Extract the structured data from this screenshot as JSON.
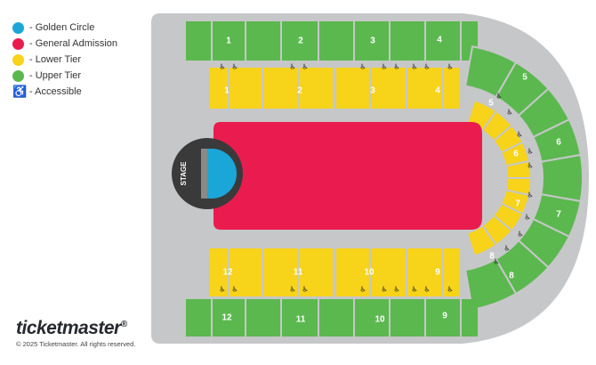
{
  "legend": {
    "golden_circle": {
      "label": "- Golden Circle",
      "color": "#1ba6d8"
    },
    "general_admission": {
      "label": "- General Admission",
      "color": "#ea1c4f"
    },
    "lower_tier": {
      "label": "- Lower Tier",
      "color": "#f7d31a"
    },
    "upper_tier": {
      "label": "- Upper Tier",
      "color": "#5bb84f"
    },
    "accessible": {
      "label": "- Accessible",
      "icon": "wheelchair-icon"
    }
  },
  "stage_label": "STAGE",
  "sections": {
    "upper_top": [
      "1",
      "2",
      "3",
      "4"
    ],
    "lower_top": [
      "1",
      "2",
      "3",
      "4"
    ],
    "upper_right": [
      "5",
      "6",
      "7",
      "8"
    ],
    "lower_right": [
      "5",
      "6",
      "7",
      "8"
    ],
    "lower_bottom": [
      "12",
      "11",
      "10",
      "9"
    ],
    "upper_bottom": [
      "12",
      "11",
      "10",
      "9"
    ]
  },
  "brand": {
    "name": "ticketmaster",
    "reg": "®",
    "copyright": "© 2025 Ticketmaster. All rights reserved."
  },
  "colors": {
    "venue_bg": "#c6c7c8",
    "upper": "#5bb84f",
    "lower": "#f7d31a",
    "ga": "#ea1c4f",
    "golden": "#1ba6d8",
    "stage": "#3a3a3a"
  }
}
